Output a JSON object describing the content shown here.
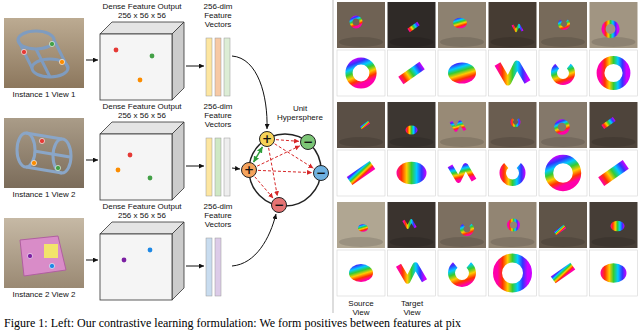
{
  "diagram": {
    "caption": "Figure 1: Left: Our contrastive learning formulation: We form positives between features at pix",
    "nodes": [
      {
        "text": [
          "+"
        ]
      },
      {
        "text": [
          "+"
        ]
      },
      {
        "text": [
          "−"
        ]
      },
      {
        "text": [
          "−"
        ]
      },
      {
        "text": [
          "−"
        ]
      }
    ],
    "edges": [
      {
        "from": 0,
        "to": 1,
        "arrow": "both"
      },
      {
        "from": 0,
        "to": 2,
        "arrow": "to"
      },
      {
        "from": 0,
        "to": 3,
        "arrow": "to"
      },
      {
        "from": 0,
        "to": 4,
        "arrow": "to"
      },
      {
        "from": 1,
        "to": 2,
        "arrow": "to"
      },
      {
        "from": 1,
        "to": 3,
        "arrow": "to"
      },
      {
        "from": 1,
        "to": 4,
        "arrow": "to"
      }
    ],
    "labels": [
      "Dense Feature Output",
      "256 x 56 x 56",
      "256-dim Feature Vectors",
      "Dense Feature Output",
      "256 x 56 x 56",
      "256-dim Feature Vectors",
      "Dense Feature Output",
      "256 x 56 x 56",
      "256-dim Feature Vectors",
      "Instance 1 View 1",
      "Instance 1 View 2",
      "Instance 2 View 2",
      "Unit Hypersphere",
      "Source View",
      "Target View"
    ]
  }
}
